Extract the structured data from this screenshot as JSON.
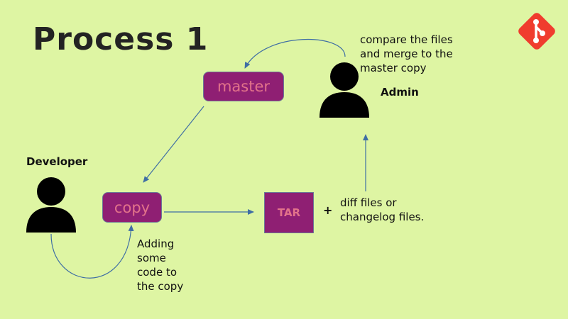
{
  "slide": {
    "title": "Process 1",
    "logo_icon": "git-logo-icon",
    "logo_color": "#f03c2e",
    "background_color": "#def5a3"
  },
  "nodes": {
    "master": {
      "label": "master"
    },
    "copy": {
      "label": "copy"
    },
    "tar": {
      "label": "TAR"
    }
  },
  "people": {
    "developer": {
      "label": "Developer",
      "icon": "person-icon"
    },
    "admin": {
      "label": "Admin",
      "icon": "person-icon"
    }
  },
  "notes": {
    "admin_note": [
      "compare the files",
      "and merge to the",
      "master copy"
    ],
    "copy_note": [
      "Adding",
      "some",
      "code to",
      "the copy"
    ],
    "plus": "+",
    "diff_note": [
      "diff files or",
      "changelog files."
    ]
  },
  "colors": {
    "box_fill": "#8f1f73",
    "box_text": "#e2738a",
    "arrow": "#3f6ea4"
  }
}
